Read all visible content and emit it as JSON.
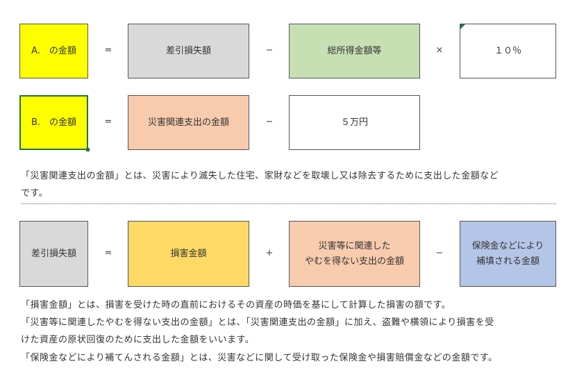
{
  "colors": {
    "yellow": "#ffff00",
    "gray": "#d9d9d9",
    "green": "#c6e0b4",
    "white": "#ffffff",
    "peach": "#f8cbad",
    "gold": "#ffd966",
    "blue": "#b4c6e7",
    "selection": "#217346"
  },
  "row1": {
    "box_a": "A.　の金額",
    "eq": "=",
    "box_diff": "差引損失額",
    "minus": "−",
    "box_income": "総所得金額等",
    "times": "×",
    "box_rate": "１０％"
  },
  "row2": {
    "box_b": "B.　の金額",
    "eq": "=",
    "box_disaster": "災害関連支出の金額",
    "minus": "−",
    "box_fixed": "５万円"
  },
  "note1": {
    "line1": "「災害関連支出の金額」とは、災害により滅失した住宅、家財などを取壊し又は除去するために支出した金額など",
    "line2": "です。"
  },
  "row3": {
    "box_diff": "差引損失額",
    "eq": "=",
    "box_damage": "損害金額",
    "plus": "+",
    "box_unavoidable_1": "災害等に関連した",
    "box_unavoidable_2": "やむを得ない支出の金額",
    "minus": "−",
    "box_insurance_1": "保険金などにより",
    "box_insurance_2": "補填される金額"
  },
  "note2": {
    "line1": "「損害金額」とは、損害を受けた時の直前におけるその資産の時価を基にして計算した損害の額です。",
    "line2": "「災害等に関連したやむを得ない支出の金額」とは、「災害関連支出の金額」に加え、盗難や横領により損害を受",
    "line3": "けた資産の原状回復のために支出した金額をいいます。",
    "line4": "「保険金などにより補てんされる金額」とは、災害などに関して受け取った保険金や損害賠償金などの金額です。"
  }
}
